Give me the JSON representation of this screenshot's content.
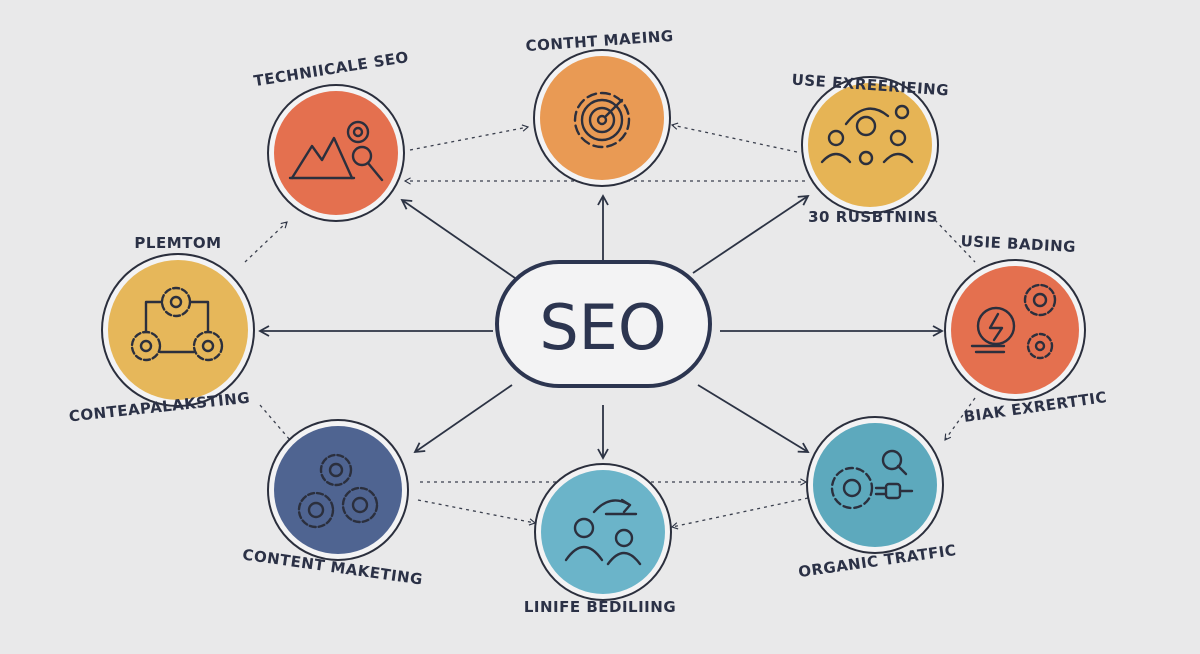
{
  "hub": {
    "label": "SEO"
  },
  "nodes": {
    "technical": {
      "label": "TECHNIICALE SEO",
      "color": "#e4704f",
      "icon": "mountain-gear-search-icon"
    },
    "content_top": {
      "label": "CONTHT MAEING",
      "color": "#e99a54",
      "icon": "gear-target-icon"
    },
    "user_exp": {
      "label_top": "USE EXREERIEING",
      "label_bottom": "30 RUSBTNINS",
      "color": "#e6b455",
      "icon": "people-network-icon"
    },
    "left": {
      "label_top": "PLEMTOM",
      "label_bottom": "CONTEAPALAKSTING",
      "color": "#e6b75a",
      "icon": "gears-network-icon"
    },
    "right": {
      "label_top": "USIE BADING",
      "label_bottom": "BIAK EXRERTTIC",
      "color": "#e4704f",
      "icon": "gears-lightning-icon"
    },
    "content_bottom": {
      "label": "CONTENT MAKETING",
      "color": "#4f6491",
      "icon": "three-gears-icon"
    },
    "bottom": {
      "label": "LINIFE BEDILIING",
      "color": "#6bb4c9",
      "icon": "people-exchange-icon"
    },
    "organic": {
      "label": "ORGANIC TRATFIC",
      "color": "#5da9bd",
      "icon": "gear-plug-icon"
    }
  }
}
